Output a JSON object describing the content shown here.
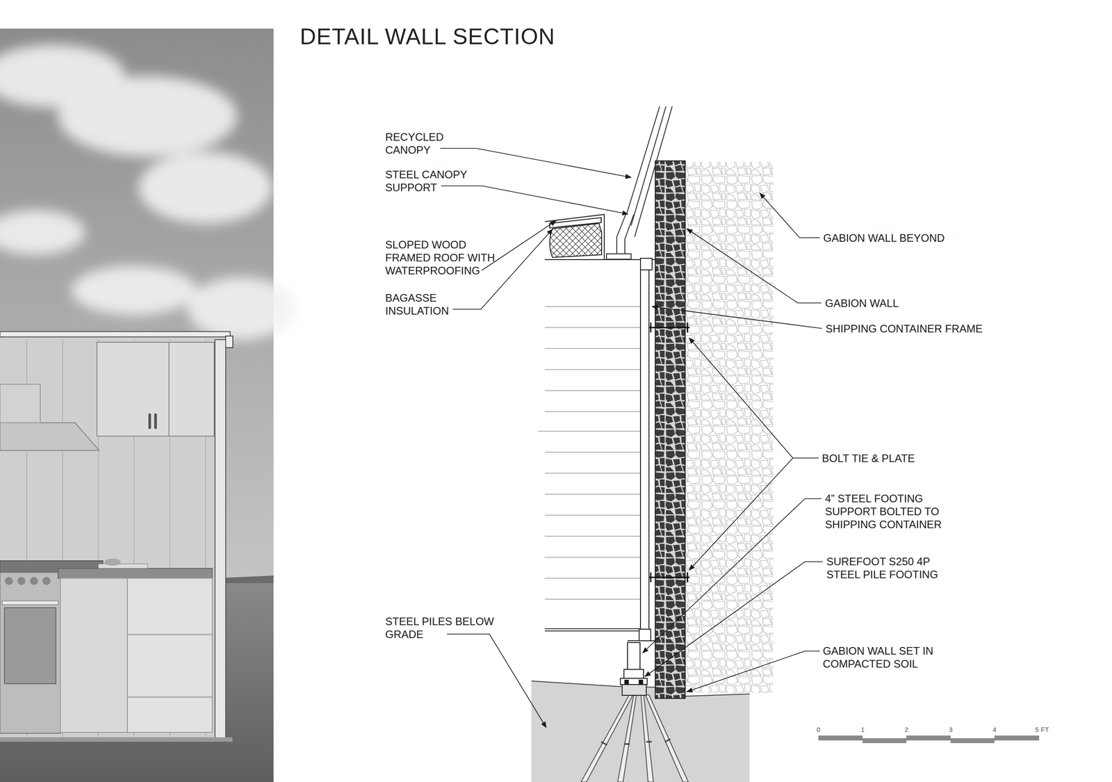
{
  "diagram": {
    "title": "DETAIL WALL SECTION",
    "labels": [
      "RECYCLED CANOPY",
      "STEEL CANOPY SUPPORT",
      "SLOPED WOOD FRAMED ROOF WITH WATERPROOFING",
      "BAGASSE INSULATION",
      "GABION WALL BEYOND",
      "GABION WALL",
      "SHIPPING CONTAINER FRAME",
      "BOLT TIE & PLATE",
      "4” STEEL FOOTING SUPPORT BOLTED TO SHIPPING CONTAINER",
      "SUREFOOT S250 4P STEEL PILE FOOTING",
      "STEEL PILES BELOW GRADE",
      "GABION WALL SET IN COMPACTED SOIL",
      "0",
      "1",
      "2",
      "3",
      "4",
      "5 FT"
    ]
  }
}
